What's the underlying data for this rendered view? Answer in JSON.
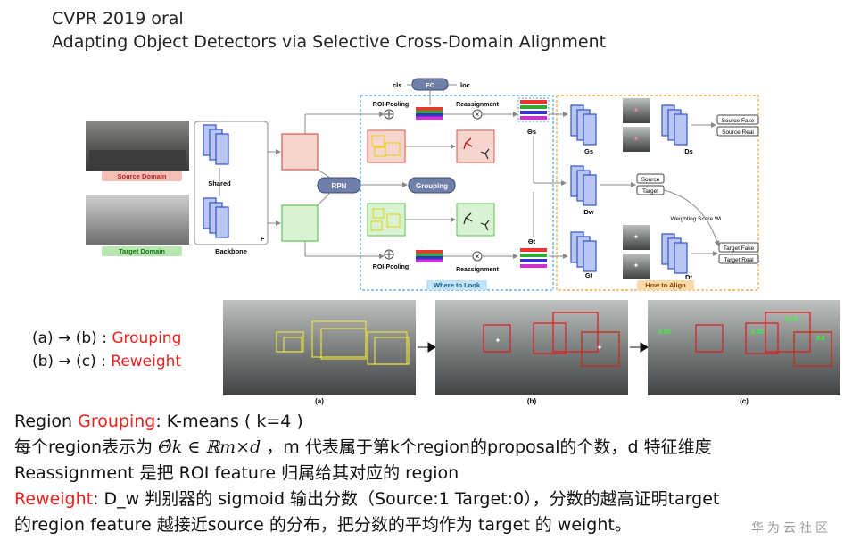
{
  "header": {
    "line1": "CVPR 2019 oral",
    "line2": "Adapting Object Detectors via Selective Cross-Domain Alignment"
  },
  "diagram": {
    "source_domain": "Source Domain",
    "target_domain": "Target Domain",
    "shared": "Shared",
    "backbone": "Backbone",
    "backbone_f": "F",
    "rpn": "RPN",
    "grouping": "Grouping",
    "roi_pooling_top": "ROI-Pooling",
    "roi_pooling_bottom": "ROI-Pooling",
    "reassign_top": "Reassignment",
    "reassign_bottom": "Reassignment",
    "fc": "FC",
    "cls": "cls",
    "loc": "loc",
    "theta_s": "Θs",
    "theta_t": "Θt",
    "gs": "Gs",
    "gt": "Gt",
    "ds": "Ds",
    "dt": "Dt",
    "dw": "Dw",
    "source_fake": "Source Fake",
    "source_real": "Source Real",
    "source": "Source",
    "target": "Target",
    "weighting_score": "Weighting Score Wi",
    "target_fake": "Target Fake",
    "target_real": "Target Real",
    "where_to_look": "Where to Look",
    "how_to_align": "How to Align"
  },
  "panels": {
    "a": "(a)",
    "b": "(b)",
    "c": "(c)",
    "scores": [
      "0.55",
      "0.55",
      "0.78",
      "0.8"
    ]
  },
  "steps": [
    {
      "prefix": "(a) → (b) : ",
      "label": "Grouping"
    },
    {
      "prefix": "(b) → (c) : ",
      "label": "Reweight"
    }
  ],
  "notes": {
    "l1_a": "Region ",
    "l1_b": "Grouping",
    "l1_c": ": K-means ( k=4 )",
    "l2_a": "每个region表示为 ",
    "l2_math": "Θ̂k ∈ ℝm×d",
    "l2_b": "  ，m 代表属于第k个region的proposal的个数，d 特征维度",
    "l3": "Reassignment 是把 ROI feature 归属给其对应的 region",
    "l4_a": "Reweight",
    "l4_b": ": D_w 判别器的 sigmoid 输出分数（Source:1 Target:0），分数的越高证明target",
    "l5": "的region feature 越接近source 的分布，把分数的平均作为 target 的 weight。"
  },
  "watermark": "华为云社区",
  "colors": {
    "accent_red": "#e8231f",
    "where_box": "#4aa3df",
    "how_box": "#f0a030"
  }
}
